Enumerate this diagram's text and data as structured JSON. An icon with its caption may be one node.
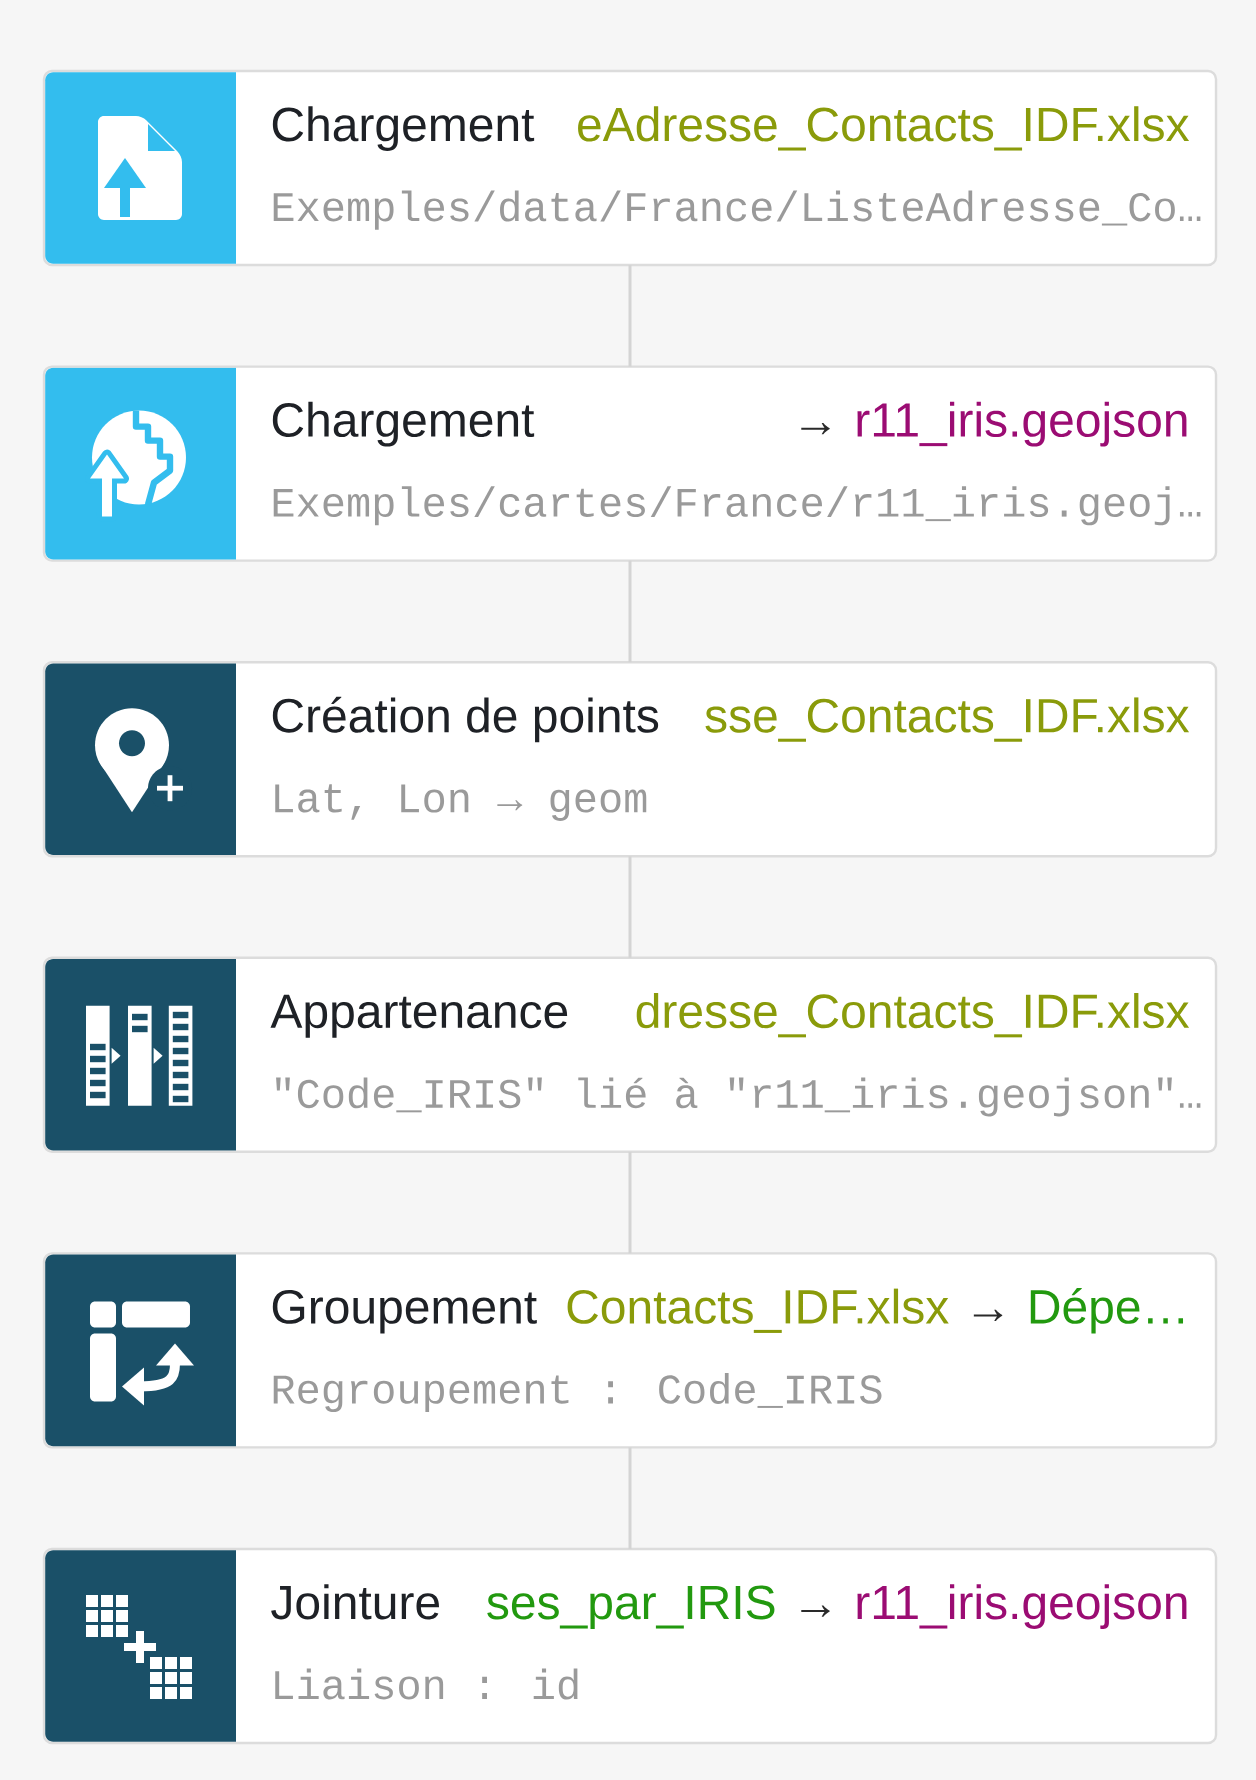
{
  "diagram": {
    "nodes": [
      {
        "text": [
          "Chargement",
          "eAdresse_Contacts_IDF.xlsx",
          "Exemples/data/France/ListeAdresse_Co…"
        ]
      },
      {
        "text": [
          "Chargement",
          "→",
          "r11_iris.geojson",
          "Exemples/cartes/France/r11_iris.geoj…"
        ]
      },
      {
        "text": [
          "Création de points",
          "sse_Contacts_IDF.xlsx",
          "Lat, Lon → geom"
        ]
      },
      {
        "text": [
          "Appartenance",
          "dresse_Contacts_IDF.xlsx",
          "\"Code_IRIS\" lié à \"r11_iris.geojson\"…"
        ]
      },
      {
        "text": [
          "Groupement",
          "Contacts_IDF.xlsx",
          "→",
          "Dépe…",
          "Regroupement : Code_IRIS"
        ]
      },
      {
        "text": [
          "Jointure",
          "ses_par_IRIS",
          "→",
          "r11_iris.geojson",
          "Liaison : id"
        ]
      }
    ],
    "edges": [
      {
        "from": 0,
        "to": 1,
        "arrow": "none"
      },
      {
        "from": 1,
        "to": 2,
        "arrow": "none"
      },
      {
        "from": 2,
        "to": 3,
        "arrow": "none"
      },
      {
        "from": 3,
        "to": 4,
        "arrow": "none"
      },
      {
        "from": 4,
        "to": 5,
        "arrow": "none"
      }
    ]
  }
}
